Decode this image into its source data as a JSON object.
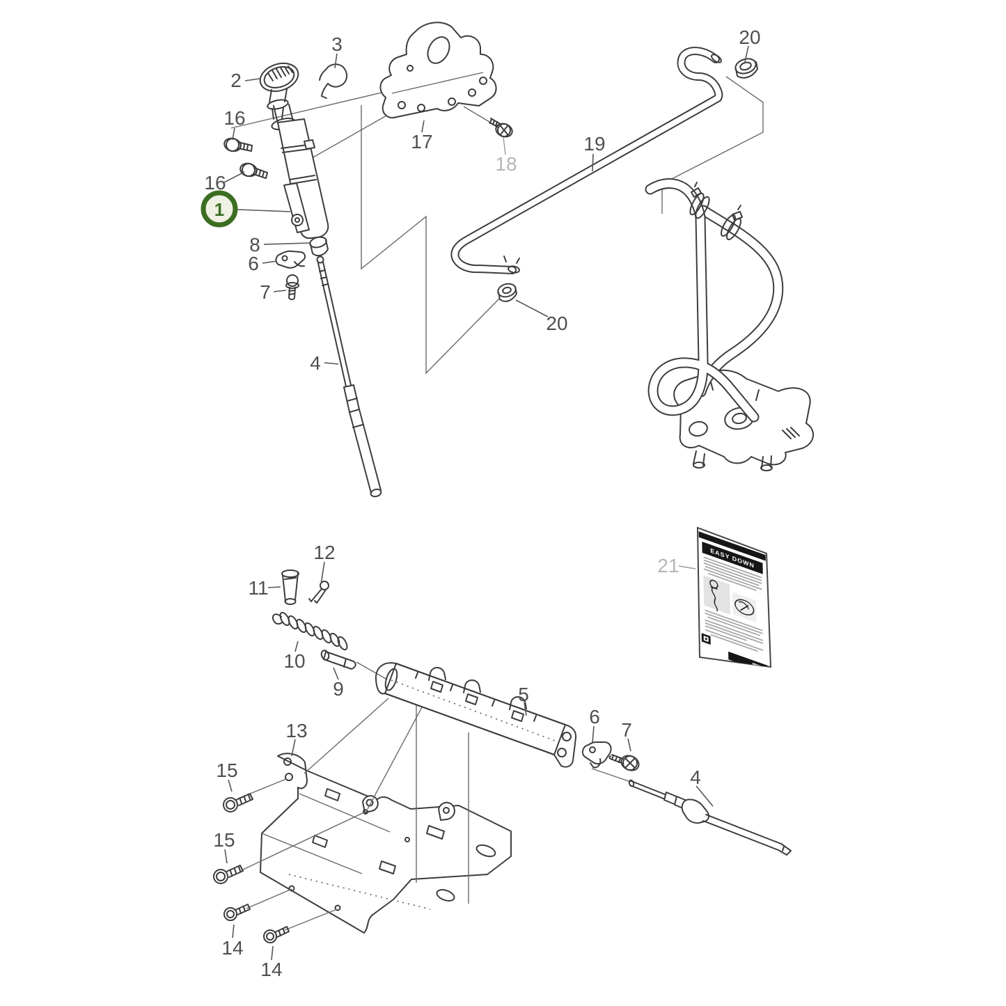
{
  "diagram": {
    "type": "exploded-parts-illustration",
    "background": "#ffffff",
    "line_color": "#3c3c3c",
    "label_color": "#4f4f4f",
    "muted_label_color": "#b5b5b5",
    "highlight_ring_color": "#3c6e22",
    "highlight_fill_color": "#eef1e3"
  },
  "callouts": [
    {
      "id": "part-2",
      "text": "2"
    },
    {
      "id": "part-3",
      "text": "3"
    },
    {
      "id": "part-16-upper",
      "text": "16"
    },
    {
      "id": "part-16-lower",
      "text": "16"
    },
    {
      "id": "part-1",
      "text": "1",
      "circled": true,
      "highlighted": true
    },
    {
      "id": "part-8",
      "text": "8"
    },
    {
      "id": "part-6-upper",
      "text": "6"
    },
    {
      "id": "part-7-upper",
      "text": "7"
    },
    {
      "id": "part-4-upper",
      "text": "4"
    },
    {
      "id": "part-17",
      "text": "17"
    },
    {
      "id": "part-18",
      "text": "18",
      "muted": true
    },
    {
      "id": "part-19",
      "text": "19"
    },
    {
      "id": "part-20-top",
      "text": "20"
    },
    {
      "id": "part-20-mid",
      "text": "20"
    },
    {
      "id": "part-21",
      "text": "21",
      "muted": true
    },
    {
      "id": "part-11",
      "text": "11"
    },
    {
      "id": "part-12",
      "text": "12"
    },
    {
      "id": "part-10",
      "text": "10"
    },
    {
      "id": "part-9",
      "text": "9"
    },
    {
      "id": "part-5",
      "text": "5"
    },
    {
      "id": "part-6-lower",
      "text": "6"
    },
    {
      "id": "part-7-lower",
      "text": "7"
    },
    {
      "id": "part-4-lower",
      "text": "4"
    },
    {
      "id": "part-13",
      "text": "13"
    },
    {
      "id": "part-15-upper",
      "text": "15"
    },
    {
      "id": "part-15-lower",
      "text": "15"
    },
    {
      "id": "part-14-left",
      "text": "14"
    },
    {
      "id": "part-14-right",
      "text": "14"
    }
  ],
  "sticker": {
    "header": "EASY DOWN"
  }
}
